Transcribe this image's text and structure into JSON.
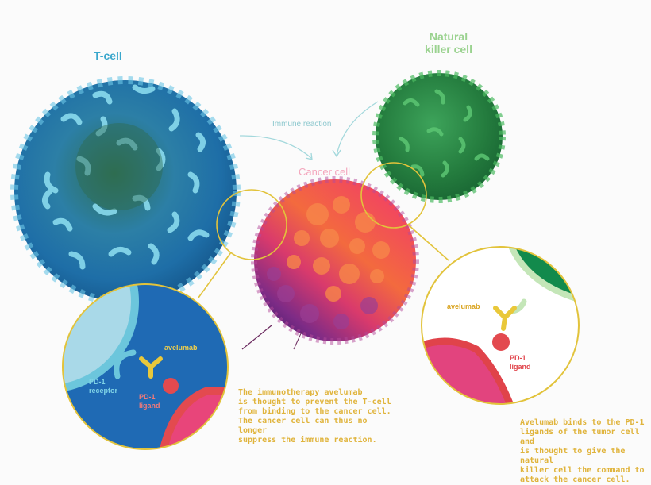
{
  "labels": {
    "t_cell": "T-cell",
    "nk_cell_line1": "Natural",
    "nk_cell_line2": "killer cell",
    "cancer_cell": "Cancer cell",
    "immune_reaction": "Immune reaction"
  },
  "left_inset": {
    "avelumab": "avelumab",
    "pd1_receptor_line1": "PD-1",
    "pd1_receptor_line2": "receptor",
    "pd1_ligand_line1": "PD-1",
    "pd1_ligand_line2": "ligand"
  },
  "right_inset": {
    "avelumab": "avelumab",
    "pd1_ligand_line1": "PD-1",
    "pd1_ligand_line2": "ligand"
  },
  "captions": {
    "left": [
      "The immunotherapy avelumab",
      "is thought to prevent the T-cell",
      "from binding to the cancer cell.",
      "The cancer cell can thus no longer",
      "suppress the immune reaction."
    ],
    "right": [
      "Avelumab binds to the PD-1",
      "ligands of the tumor cell and",
      "is thought to give the natural",
      "killer cell the command to",
      "attack the cancer cell."
    ]
  },
  "colors": {
    "t_cell": "#2f86b8",
    "nk_cell": "#2f9a4a",
    "cancer_cell": "#e8455d",
    "highlight_ring": "#e2c33b",
    "avelumab": "#e9c83a",
    "pd1_ligand": "#e84b52",
    "pd1_receptor": "#6fc6dc",
    "caption_text": "#e0b43c"
  }
}
